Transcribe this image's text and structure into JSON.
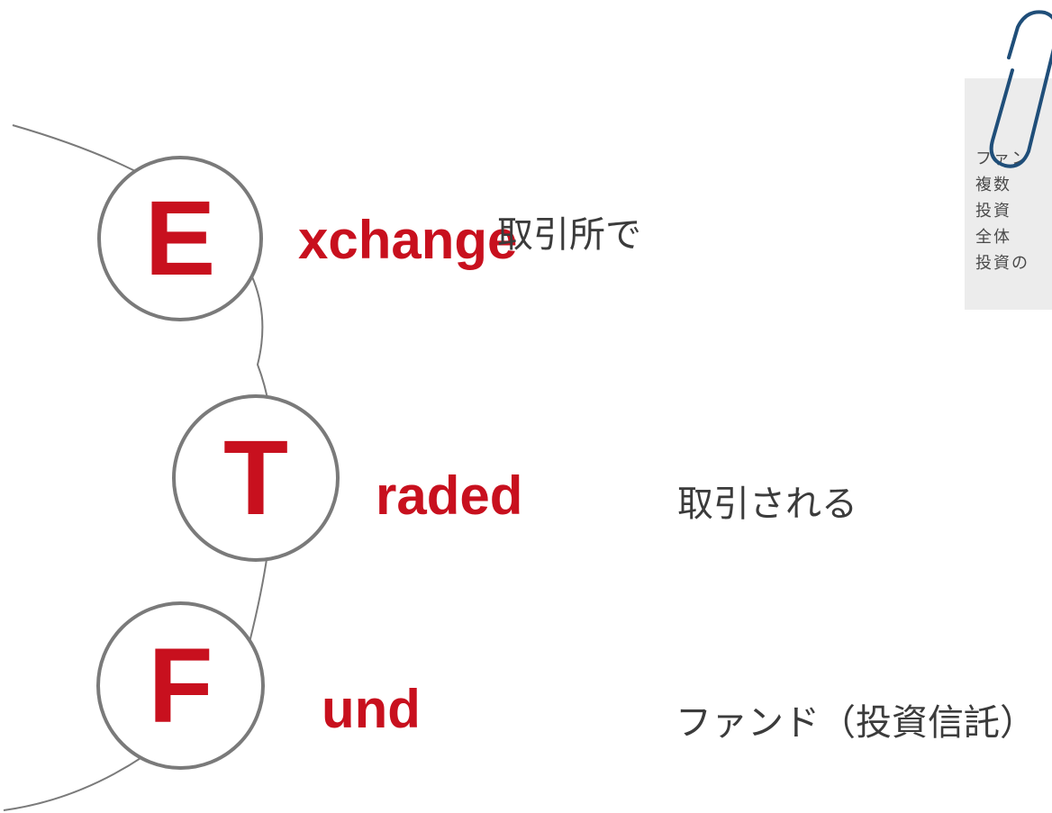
{
  "etf": [
    {
      "letter": "E",
      "word": "xchange",
      "meaning": "取引所で"
    },
    {
      "letter": "T",
      "word": "raded",
      "meaning": "取引される"
    },
    {
      "letter": "F",
      "word": "und",
      "meaning": "ファンド（投資信託）"
    }
  ],
  "note": {
    "lines": [
      "ファン",
      "複数",
      "投資",
      "全体",
      "投資の"
    ]
  },
  "colors": {
    "accent": "#c8101e",
    "circle_border": "#7a7a7a",
    "text": "#3b3b3b",
    "note_bg": "#ececec",
    "clip": "#1f4e79"
  },
  "icons": {
    "clip": "paperclip-icon"
  }
}
